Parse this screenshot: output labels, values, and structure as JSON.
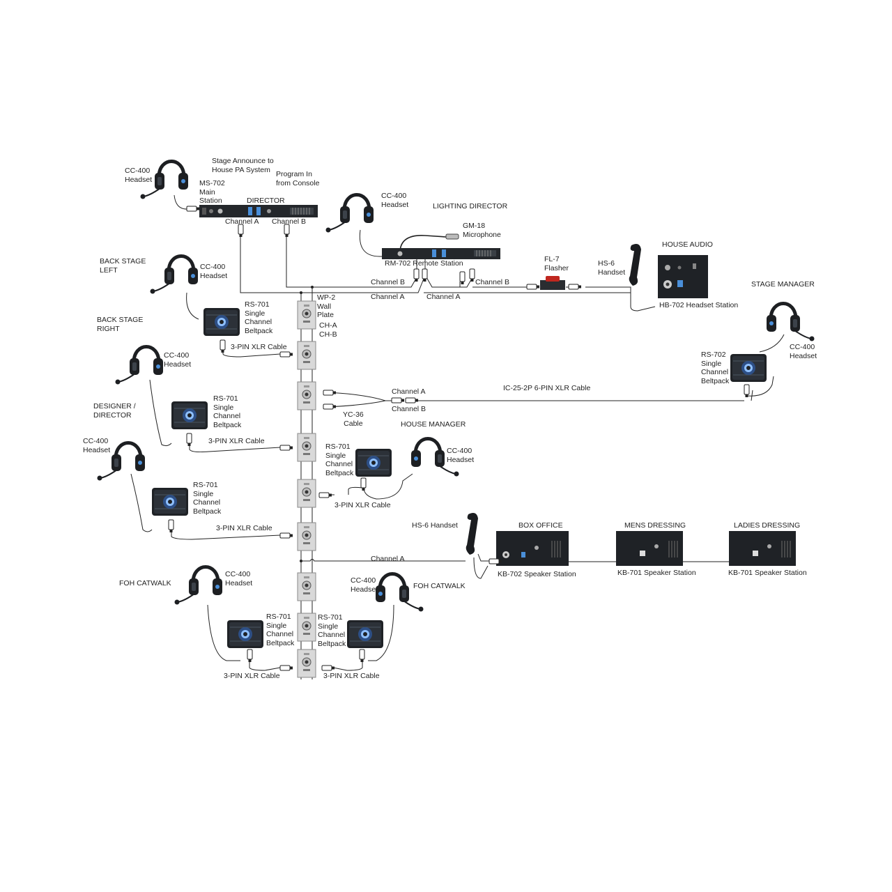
{
  "colors": {
    "line": "#222222",
    "equipment": "#1f2226",
    "plate": "#d9d9d9",
    "beltpack_glow": "#4a8fd9"
  },
  "icons": [
    "headset-icon",
    "beltpack-icon",
    "wall-plate-icon",
    "rack-station-icon",
    "handset-icon",
    "speaker-station-icon",
    "headset-station-icon",
    "flasher-icon",
    "microphone-icon",
    "xlr-connector-icon"
  ],
  "labels": {
    "cc400_top": "CC-400\nHeadset",
    "stage_announce": "Stage Announce to\nHouse PA System",
    "program_in": "Program In\nfrom Console",
    "ms702": "MS-702\nMain\nStation",
    "director": "DIRECTOR",
    "chA_dir": "Channel A",
    "chB_dir": "Channel B",
    "cc400_ld": "CC-400\nHeadset",
    "lighting_director": "LIGHTING DIRECTOR",
    "gm18": "GM-18\nMicrophone",
    "rm702": "RM-702 Remote Station",
    "fl7": "FL-7\nFlasher",
    "hs6_house": "HS-6\nHandset",
    "house_audio": "HOUSE AUDIO",
    "hb702": "HB-702 Headset Station",
    "chB_run1": "Channel B",
    "chB_run2": "Channel B",
    "chA_run1": "Channel A",
    "chA_run2": "Channel A",
    "bsl": "BACK STAGE\nLEFT",
    "cc400_bsl": "CC-400\nHeadset",
    "wp2": "WP-2\nWall\nPlate",
    "rs701_bsl": "RS-701\nSingle\nChannel\nBeltpack",
    "cha_chb": "CH-A\nCH-B",
    "xlr_bsl": "3-PIN XLR Cable",
    "bsr": "BACK STAGE\nRIGHT",
    "cc400_bsr": "CC-400\nHeadset",
    "stage_manager": "STAGE MANAGER",
    "cc400_sm": "CC-400\nHeadset",
    "rs702": "RS-702\nSingle\nChannel\nBeltpack",
    "chA_y": "Channel A",
    "chB_y": "Channel B",
    "ic25": "IC-25-2P 6-PIN XLR Cable",
    "yc36": "YC-36\nCable",
    "designer": "DESIGNER /\nDIRECTOR",
    "rs701_bsr": "RS-701\nSingle\nChannel\nBeltpack",
    "xlr_bsr": "3-PIN XLR Cable",
    "house_manager": "HOUSE MANAGER",
    "cc400_des": "CC-400\nHeadset",
    "rs701_hm": "RS-701\nSingle\nChannel\nBeltpack",
    "cc400_hm": "CC-400\nHeadset",
    "xlr_hm": "3-PIN XLR Cable",
    "rs701_des": "RS-701\nSingle\nChannel\nBeltpack",
    "xlr_des": "3-PIN XLR Cable",
    "hs6_box": "HS-6 Handset",
    "box_office": "BOX OFFICE",
    "mens": "MENS DRESSING",
    "ladies": "LADIES DRESSING",
    "chA_box": "Channel A",
    "kb702": "KB-702 Speaker Station",
    "kb701_m": "KB-701 Speaker Station",
    "kb701_l": "KB-701 Speaker Station",
    "foh_left": "FOH CATWALK",
    "cc400_foh1": "CC-400\nHeadset",
    "cc400_foh2": "CC-400\nHeadset",
    "foh_right": "FOH CATWALK",
    "rs701_foh1": "RS-701\nSingle\nChannel\nBeltpack",
    "rs701_foh2": "RS-701\nSingle\nChannel\nBeltpack",
    "xlr_foh1": "3-PIN XLR Cable",
    "xlr_foh2": "3-PIN XLR Cable"
  }
}
